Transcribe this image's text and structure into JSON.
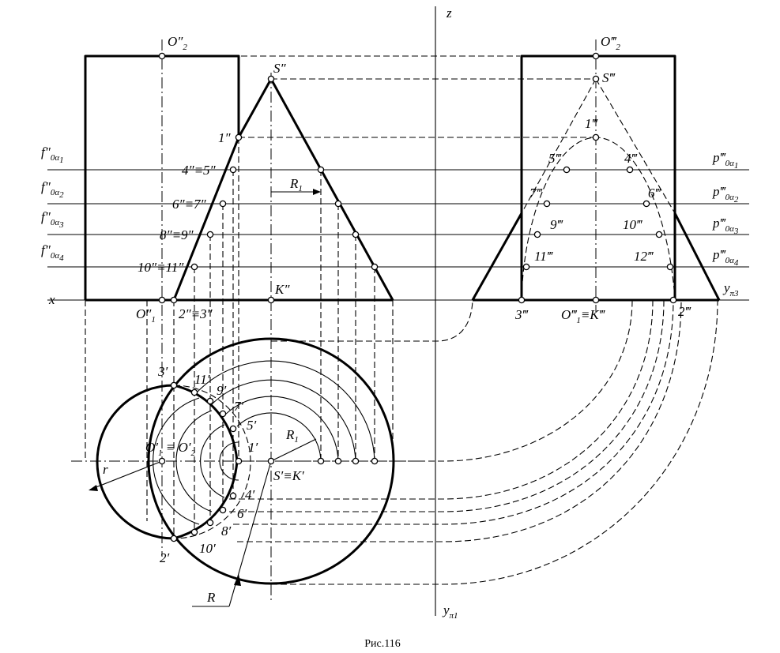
{
  "caption": "Рис.116",
  "labels": {
    "z": "z",
    "x": "x",
    "y_pi3": "y",
    "y_pi3_sub": "π3",
    "y_pi1": "y",
    "y_pi1_sub": "π1",
    "R": "R",
    "R1_top": "R",
    "R1_top_sub": "1",
    "R1_plan": "R",
    "R1_plan_sub": "1",
    "r": "r"
  },
  "front_labels": {
    "O2": "O″",
    "O2_sub": "2",
    "S": "S″",
    "p1": "1″",
    "p4_5": "4″≡5″",
    "p6_7": "6″≡7″",
    "p8_9": "8″≡9″",
    "p10_11": "10″≡11″",
    "K": "K″",
    "O1": "O″",
    "O1_sub": "1",
    "p2_3": "2″≡3″"
  },
  "profile_labels": {
    "O2": "O‴",
    "O2_sub": "2",
    "S": "S‴",
    "p1": "1‴",
    "p5": "5‴",
    "p4": "4‴",
    "p7": "7‴",
    "p6": "6‴",
    "p9": "9‴",
    "p10": "10‴",
    "p11": "11‴",
    "p12": "12‴",
    "p3": "3‴",
    "O1K": "O‴",
    "O1K_sub": "1",
    "O1K_tail": "≡K‴",
    "p2": "2‴"
  },
  "plane_labels": {
    "f1": "f″",
    "f1_sub": "0α",
    "f1_idx": "1",
    "f2": "f″",
    "f2_sub": "0α",
    "f2_idx": "2",
    "f3": "f″",
    "f3_sub": "0α",
    "f3_idx": "3",
    "f4": "f″",
    "f4_sub": "0α",
    "f4_idx": "4",
    "p1": "p‴",
    "p1_sub": "0α",
    "p1_idx": "1",
    "p2": "p‴",
    "p2_sub": "0α",
    "p2_idx": "2",
    "p3": "p‴",
    "p3_sub": "0α",
    "p3_idx": "3",
    "p4": "p‴",
    "p4_sub": "0α",
    "p4_idx": "4"
  },
  "plan_labels": {
    "p3": "3′",
    "p11": "11′",
    "p9": "9′",
    "p7": "7′",
    "p5": "5′",
    "O1O2": "O′",
    "O1O2_sub": "1",
    "O1O2_mid": " ≡ O′",
    "O1O2_sub2": "2",
    "p1": "1′",
    "SK": "S′≡K′",
    "p4": "4′",
    "p6": "6′",
    "p8": "8′",
    "p10": "10′",
    "p2": "2′"
  }
}
